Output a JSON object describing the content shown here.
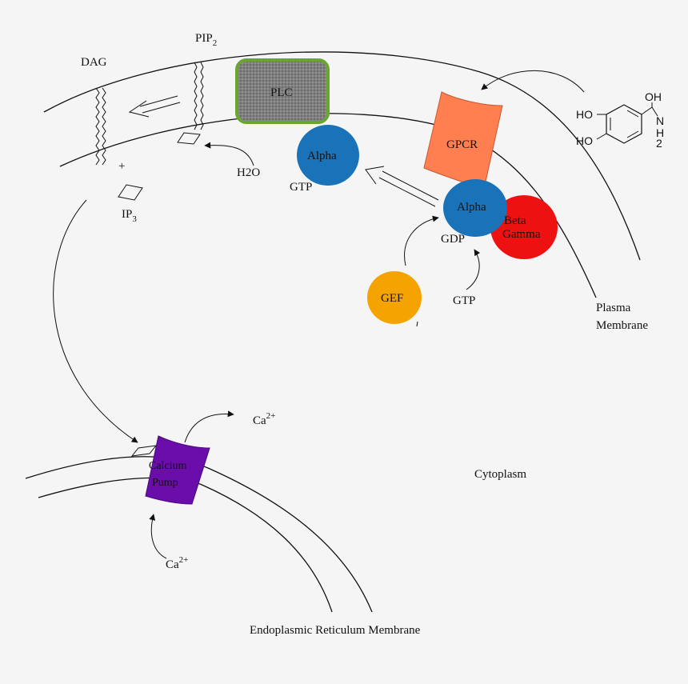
{
  "labels": {
    "dag": "DAG",
    "pip": "PIP",
    "pip_sub": "2",
    "plc": "PLC",
    "h2o": "H2O",
    "plus": "+",
    "ip": "IP",
    "ip_sub": "3",
    "alpha_gtp": "Alpha",
    "gtp_top": "GTP",
    "gpcr": "GPCR",
    "alpha_gdp": "Alpha",
    "beta": "Beta",
    "gamma": "Gamma",
    "gdp": "GDP",
    "gef": "GEF",
    "gtp_bottom": "GTP",
    "plasma_1": "Plasma",
    "plasma_2": "Membrane",
    "cytoplasm": "Cytoplasm",
    "calcium_1": "Calcium",
    "calcium_2": "Pump",
    "ca_top": "Ca",
    "ca_top_sup": "2+",
    "ca_bottom": "Ca",
    "ca_bottom_sup": "2+",
    "er_membrane": "Endoplasmic Reticulum Membrane",
    "mol_ho1": "HO",
    "mol_ho2": "HO",
    "mol_oh": "OH",
    "mol_n": "N",
    "mol_h": "H",
    "mol_2": "2"
  },
  "colors": {
    "plc_fill": "#777777",
    "plc_border": "#6aa530",
    "alpha": "#1a73b8",
    "gpcr": "#ff7f50",
    "beta_gamma": "#ee1111",
    "gef": "#f5a300",
    "calcium_pump": "#6a0dab"
  }
}
